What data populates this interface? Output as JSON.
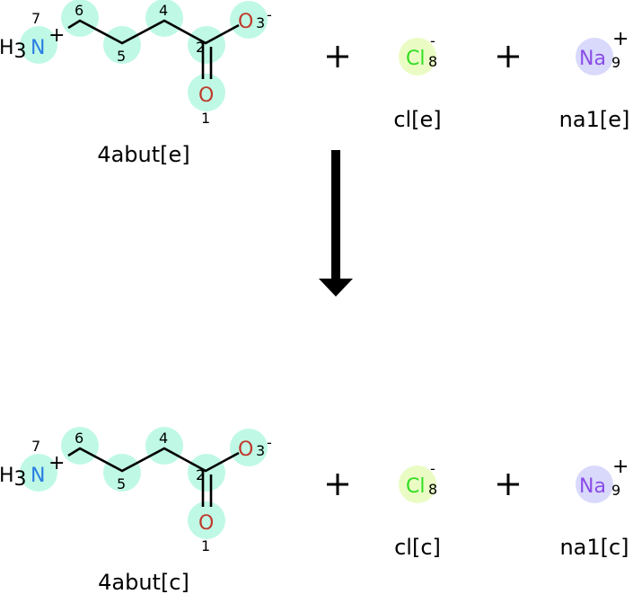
{
  "colors": {
    "atom_highlight": "#bff9e6",
    "cl_highlight": "#eafcc4",
    "na_highlight": "#d9d9fc",
    "nitrogen": "#2a7de1",
    "oxygen": "#c0392b",
    "chlorine": "#33dd22",
    "sodium": "#8a4de6"
  },
  "reactants": {
    "molecule": {
      "label": "4abut[e]",
      "h3": "H",
      "h3_sub": "3",
      "n": "N",
      "n_charge": "+",
      "o3": "O",
      "o3_charge": "-",
      "o1": "O",
      "numbers": {
        "n1": "1",
        "n2": "2",
        "n3": "3",
        "n4": "4",
        "n5": "5",
        "n6": "6",
        "n7": "7"
      }
    },
    "plus1": "+",
    "chloride": {
      "symbol": "Cl",
      "charge": "-",
      "number": "8",
      "label": "cl[e]"
    },
    "plus2": "+",
    "sodium": {
      "symbol": "Na",
      "charge": "+",
      "number": "9",
      "label": "na1[e]"
    }
  },
  "products": {
    "molecule": {
      "label": "4abut[c]",
      "h3": "H",
      "h3_sub": "3",
      "n": "N",
      "n_charge": "+",
      "o3": "O",
      "o3_charge": "-",
      "o1": "O",
      "numbers": {
        "n1": "1",
        "n2": "2",
        "n3": "3",
        "n4": "4",
        "n5": "5",
        "n6": "6",
        "n7": "7"
      }
    },
    "plus1": "+",
    "chloride": {
      "symbol": "Cl",
      "charge": "-",
      "number": "8",
      "label": "cl[c]"
    },
    "plus2": "+",
    "sodium": {
      "symbol": "Na",
      "charge": "+",
      "number": "9",
      "label": "na1[c]"
    }
  }
}
